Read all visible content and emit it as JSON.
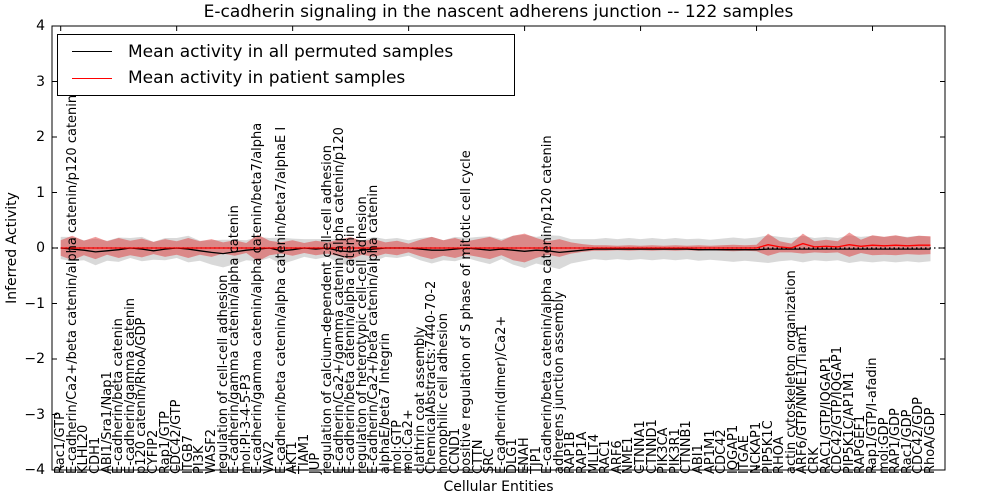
{
  "title": "E-cadherin signaling in the nascent adherens junction -- 122 samples",
  "axes": {
    "xlabel": "Cellular Entities",
    "ylabel": "Inferred Activity"
  },
  "legend": {
    "items": [
      {
        "label": "Mean activity in all permuted samples",
        "color": "#000000"
      },
      {
        "label": "Mean activity in patient samples",
        "color": "#ff0000"
      }
    ],
    "position": "upper left"
  },
  "chart_data": {
    "type": "line",
    "title": "E-cadherin signaling in the nascent adherens junction -- 122 samples",
    "xlabel": "Cellular Entities",
    "ylabel": "Inferred Activity",
    "ylim": [
      -4,
      4
    ],
    "yticks": [
      -4,
      -3,
      -2,
      -1,
      0,
      1,
      2,
      3,
      4
    ],
    "xticks_every": 10,
    "grid": false,
    "zero_line": {
      "style": "dotted",
      "color": "#000000",
      "y": 0
    },
    "categories": [
      "Rac1/GTP",
      "E-cadherin/Ca2+/beta catenin/alpha catenin/p120 catenin",
      "KLHL20",
      "CDH1",
      "ABI1/Sra1/Nap1",
      "E-cadherin/beta catenin",
      "E-cadherin/gamma catenin",
      "p120 catenin/RhoA/GDP",
      "CYFIP2",
      "Rap1/GTP",
      "CDC42/GTP",
      "ITGB7",
      "PI3K",
      "WASF2",
      "regulation of cell-cell adhesion",
      "E-cadherin/gamma catenin/alpha catenin",
      "mol:PI-3-4-5-P3",
      "E-cadherin/gamma catenin/alpha catenin/beta7/alpha",
      "VAV2",
      "E-cadherin/beta catenin/alpha catenin/beta7/alphaE I",
      "AKT1",
      "TIAM1",
      "JUP",
      "regulation of calcium-dependent cell-cell adhesion",
      "E-cadherin/Ca2+/gamma catenin/alpha catenin/p120",
      "E-cadherin/beta catenin/alpha catenin",
      "regulation of heterotypic cell-cell adhesion",
      "E-cadherin/Ca2+/beta catenin/alpha catenin",
      "alphaE/beta7 Integrin",
      "mol:GTP",
      "mol:Ca2+",
      "clathrin coat assembly",
      "ChemicalAbstracts:7440-70-2",
      "homophilic cell adhesion",
      "CCND1",
      "positive regulation of S phase of mitotic cell cycle",
      "CTTN",
      "SRC",
      "E-cadherin(dimer)/Ca2+",
      "DLG1",
      "ENAH",
      "TJP1",
      "E-cadherin/beta catenin/alpha catenin/p120 catenin",
      "adherens junction assembly",
      "RAP1B",
      "RAP1A",
      "MLLT4",
      "RAC1",
      "ARF6",
      "NME1",
      "CTNNA1",
      "CTNND1",
      "PIK3CA",
      "PIK3R1",
      "CTNNB1",
      "ABI1",
      "AP1M1",
      "CDC42",
      "IQGAP1",
      "ITGAE",
      "NCKAP1",
      "PIP5K1C",
      "RHOA",
      "actin cytoskeleton organization",
      "ARF6/GTP/NME1/Tiam1",
      "CRK",
      "RAC1/GTP/IQGAP1",
      "CDC42/GTP/IQGAP1",
      "PIP5K1C/AP1M1",
      "RAPGEF1",
      "Rap1/GTP/I-afadin",
      "mol:GDP",
      "RAP1/GDP",
      "Rac1/GDP",
      "CDC42/GDP",
      "RhoA/GDP"
    ],
    "series": [
      {
        "name": "Mean activity in all permuted samples",
        "color": "#000000",
        "values": [
          0,
          -0.02,
          -0.04,
          -0.07,
          -0.05,
          -0.03,
          0,
          -0.02,
          -0.05,
          -0.02,
          0,
          -0.02,
          -0.05,
          -0.08,
          -0.1,
          -0.07,
          -0.04,
          -0.02,
          0,
          -0.05,
          -0.03,
          0,
          -0.02,
          0,
          -0.05,
          -0.07,
          -0.04,
          -0.02,
          0,
          0,
          0,
          -0.02,
          -0.04,
          -0.04,
          -0.02,
          0,
          -0.02,
          -0.04,
          -0.02,
          -0.04,
          -0.06,
          -0.04,
          -0.05,
          -0.08,
          -0.06,
          -0.04,
          -0.02,
          -0.02,
          -0.02,
          -0.02,
          -0.02,
          -0.02,
          -0.02,
          -0.02,
          -0.02,
          -0.03,
          -0.03,
          -0.03,
          -0.03,
          -0.03,
          -0.03,
          -0.02,
          -0.02,
          -0.02,
          -0.02,
          -0.02,
          -0.02,
          -0.02,
          -0.02,
          -0.02,
          -0.02,
          -0.02,
          -0.02,
          -0.02,
          -0.02,
          -0.02
        ]
      },
      {
        "name": "Mean activity in patient samples",
        "color": "#ff0000",
        "values": [
          0,
          0,
          0,
          0,
          0,
          0,
          0,
          0,
          0,
          0,
          0,
          0,
          0,
          0,
          0,
          0,
          0,
          0,
          0,
          0,
          0,
          0,
          0,
          0,
          0,
          0,
          0,
          0,
          0,
          0,
          0,
          0,
          0,
          0,
          0,
          0,
          0,
          0,
          0,
          0,
          0,
          0,
          0,
          0,
          0,
          0,
          0,
          0,
          0,
          0,
          0,
          0,
          0,
          0,
          0,
          0,
          0,
          0,
          0,
          0,
          0,
          0.06,
          0.02,
          0,
          0.08,
          0.02,
          0.03,
          0.02,
          0.06,
          0.03,
          0.05,
          0.04,
          0.05,
          0.04,
          0.05,
          0.05
        ]
      }
    ],
    "bands": [
      {
        "name": "permuted-std-band",
        "series_index": 0,
        "color": "rgba(0,0,0,0.15)",
        "half_widths": [
          0.2,
          0.22,
          0.18,
          0.24,
          0.18,
          0.22,
          0.18,
          0.22,
          0.16,
          0.2,
          0.18,
          0.24,
          0.18,
          0.22,
          0.25,
          0.22,
          0.18,
          0.22,
          0.18,
          0.24,
          0.2,
          0.16,
          0.18,
          0.16,
          0.22,
          0.25,
          0.18,
          0.22,
          0.16,
          0.18,
          0.14,
          0.2,
          0.24,
          0.18,
          0.22,
          0.18,
          0.22,
          0.25,
          0.18,
          0.26,
          0.3,
          0.24,
          0.28,
          0.3,
          0.22,
          0.2,
          0.18,
          0.2,
          0.18,
          0.2,
          0.18,
          0.2,
          0.18,
          0.2,
          0.18,
          0.2,
          0.18,
          0.2,
          0.22,
          0.2,
          0.22,
          0.25,
          0.22,
          0.2,
          0.24,
          0.2,
          0.22,
          0.2,
          0.25,
          0.22,
          0.24,
          0.22,
          0.24,
          0.22,
          0.24,
          0.22
        ]
      },
      {
        "name": "patient-std-band",
        "series_index": 1,
        "color": "rgba(222,24,24,0.42)",
        "half_widths": [
          0.14,
          0.22,
          0.13,
          0.2,
          0.12,
          0.18,
          0.13,
          0.17,
          0.11,
          0.16,
          0.12,
          0.18,
          0.12,
          0.16,
          0.1,
          0.14,
          0.09,
          0.24,
          0.13,
          0.1,
          0.14,
          0.09,
          0.13,
          0.1,
          0.15,
          0.2,
          0.12,
          0.16,
          0.1,
          0.13,
          0.08,
          0.15,
          0.2,
          0.14,
          0.18,
          0.12,
          0.16,
          0.2,
          0.13,
          0.22,
          0.26,
          0.18,
          0.12,
          0.16,
          0.1,
          0.07,
          0.05,
          0.05,
          0.04,
          0.05,
          0.04,
          0.05,
          0.04,
          0.05,
          0.04,
          0.05,
          0.04,
          0.05,
          0.06,
          0.05,
          0.06,
          0.2,
          0.1,
          0.08,
          0.18,
          0.1,
          0.12,
          0.1,
          0.22,
          0.12,
          0.18,
          0.16,
          0.18,
          0.15,
          0.17,
          0.16
        ]
      }
    ]
  }
}
